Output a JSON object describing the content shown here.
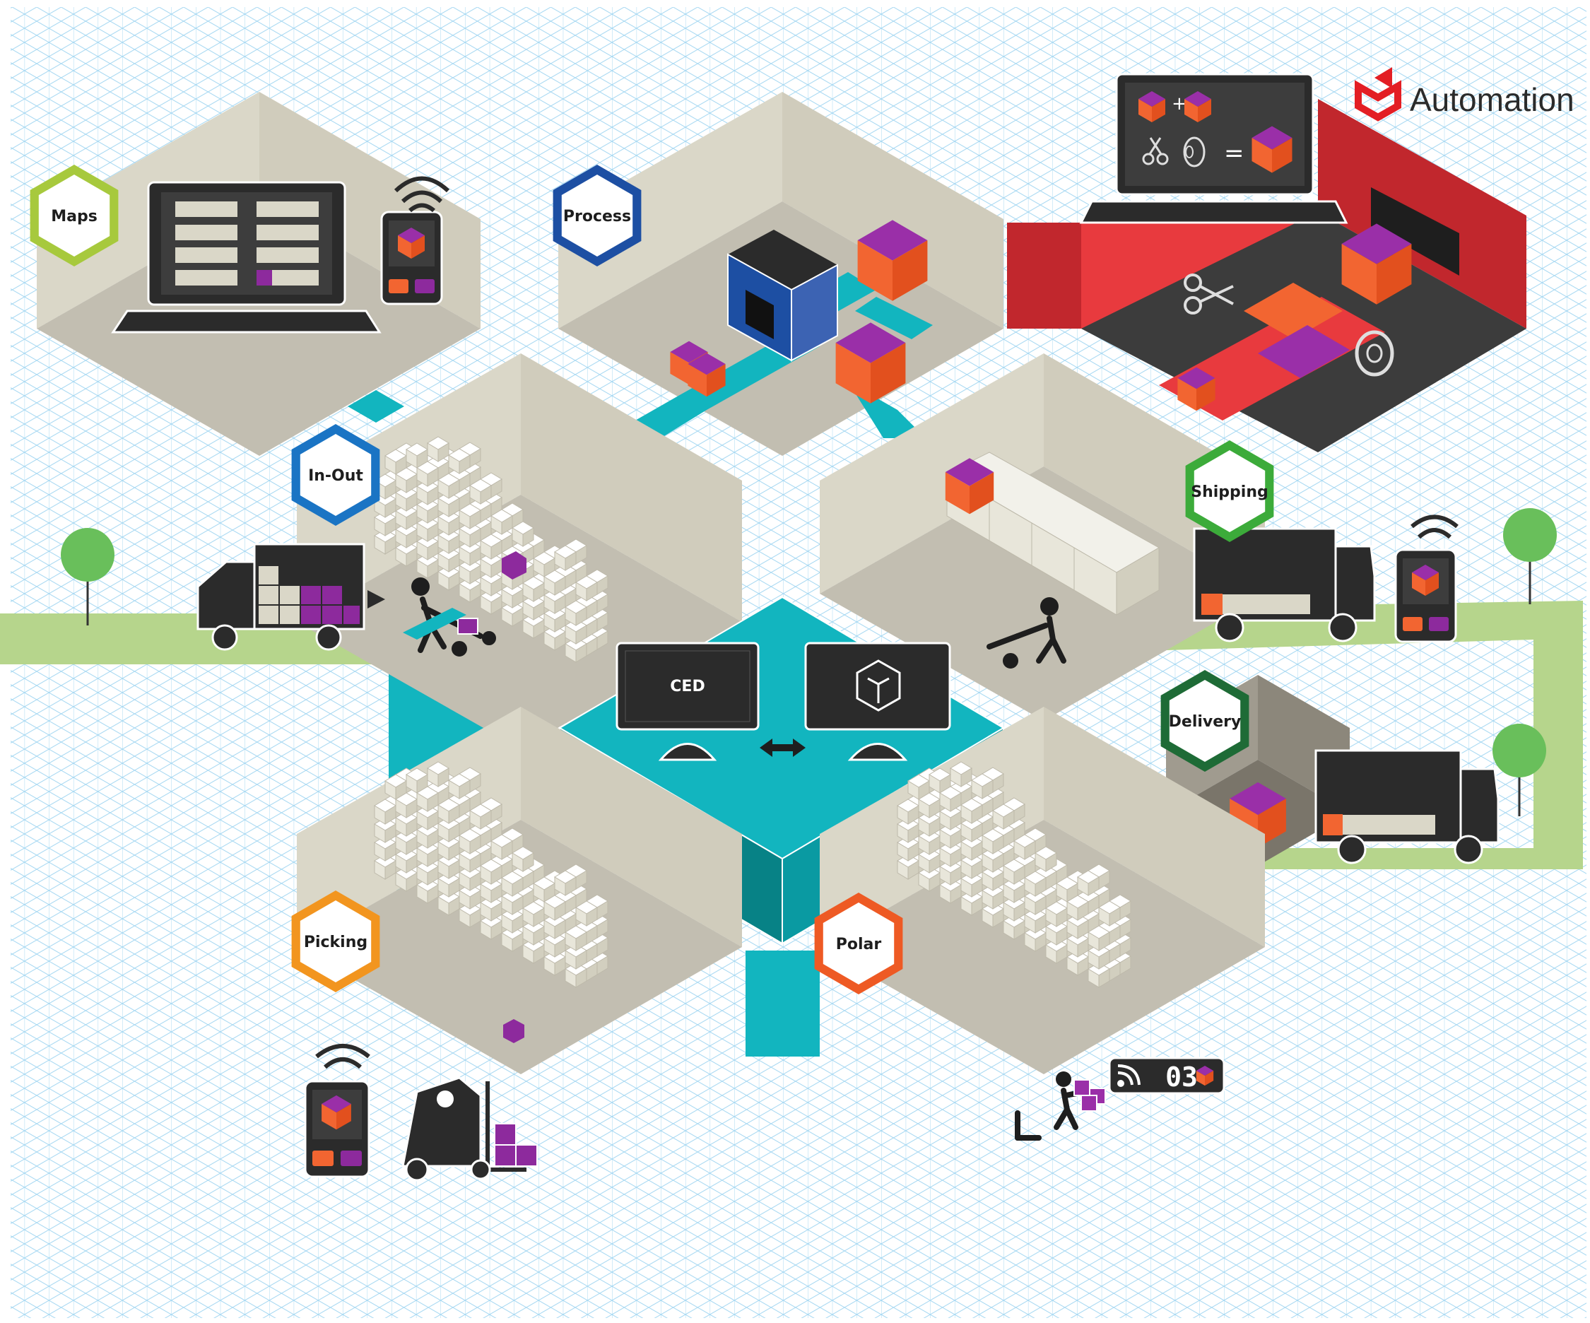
{
  "brand": {
    "name": "Automation",
    "color": "#e31e24"
  },
  "stations": [
    {
      "key": "maps",
      "label": "Maps",
      "color": "#a7c93d"
    },
    {
      "key": "process",
      "label": "Process",
      "color": "#1d4fa3"
    },
    {
      "key": "inout",
      "label": "In-Out",
      "color": "#1a74c4"
    },
    {
      "key": "shipping",
      "label": "Shipping",
      "color": "#3cab3a"
    },
    {
      "key": "delivery",
      "label": "Delivery",
      "color": "#1e6b36"
    },
    {
      "key": "picking",
      "label": "Picking",
      "color": "#f2951f"
    },
    {
      "key": "polar",
      "label": "Polar",
      "color": "#ee5a24"
    }
  ],
  "hub": {
    "screen_label": "CED",
    "icon": "cube-logo-icon",
    "arrow": "bidirectional-arrow-icon"
  },
  "counter": {
    "value": "03",
    "icon": "rss-icon"
  },
  "equation": {
    "plus": "+",
    "equals": "="
  },
  "colors": {
    "teal": "#12b5bf",
    "teal_dark": "#078286",
    "wall_light": "#dad7c8",
    "floor": "#c2beb1",
    "orange": "#f26531",
    "purple": "#8d2a9d",
    "red": "#c1272d",
    "road": "#b6d58c",
    "grid": "#9bd4f0",
    "device": "#2b2b2b"
  }
}
